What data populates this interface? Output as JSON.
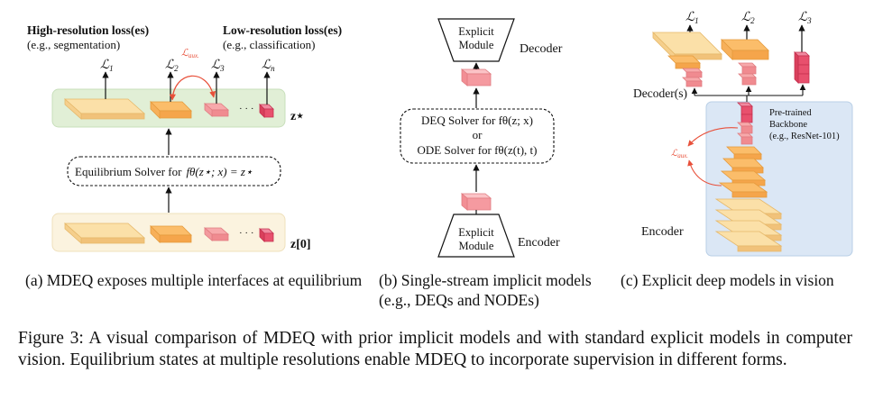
{
  "panel_a": {
    "high_res_title": "High-resolution loss(es)",
    "high_res_example": "(e.g., segmentation)",
    "low_res_title": "Low-resolution loss(es)",
    "low_res_example": "(e.g., classification)",
    "loss_labels": [
      "ℒ",
      "1",
      "ℒ",
      "2",
      "ℒ",
      "3",
      "ℒ",
      "n"
    ],
    "aux_label_main": "ℒ",
    "aux_label_sub": "aux.",
    "ellipsis": "· · ·",
    "solver_text": "Equilibrium Solver for",
    "solver_math": "fθ(z⋆; x) = z⋆",
    "z_star": "z⋆",
    "z_zero": "z[0]",
    "caption": "(a) MDEQ exposes multiple interfaces at equilibrium"
  },
  "panel_b": {
    "explicit_module": [
      "Explicit",
      "Module"
    ],
    "decoder": "Decoder",
    "encoder": "Encoder",
    "deq_solver": "DEQ Solver for fθ(z; x)",
    "or": "or",
    "ode_solver": "ODE Solver for fθ(z(t), t)",
    "caption": "(b) Single-stream implicit models (e.g., DEQs and NODEs)"
  },
  "panel_c": {
    "loss_labels": [
      "ℒ",
      "1",
      "ℒ",
      "2",
      "ℒ",
      "3"
    ],
    "decoders": "Decoder(s)",
    "backbone": [
      "Pre-trained",
      "Backbone",
      "(e.g., ResNet-101)"
    ],
    "aux_label_main": "ℒ",
    "aux_label_sub": "aux.",
    "encoder": "Encoder",
    "caption": "(c) Explicit deep models in vision"
  },
  "figure_caption": "Figure 3: A visual comparison of MDEQ with prior implicit models and with standard explicit models in computer vision. Equilibrium states at multiple resolutions enable MDEQ to incorporate supervision in different forms.",
  "colors": {
    "green_band": "#e1efd6",
    "cream_band": "#fbf3df",
    "big_slab_top": "#fbe0a8",
    "orange_slab_top": "#fbbd6a",
    "pink_top": "#f7a9ab",
    "magenta_top": "#e8506d",
    "backbone_panel": "#dbe7f5",
    "aux_red": "#e8503a"
  }
}
